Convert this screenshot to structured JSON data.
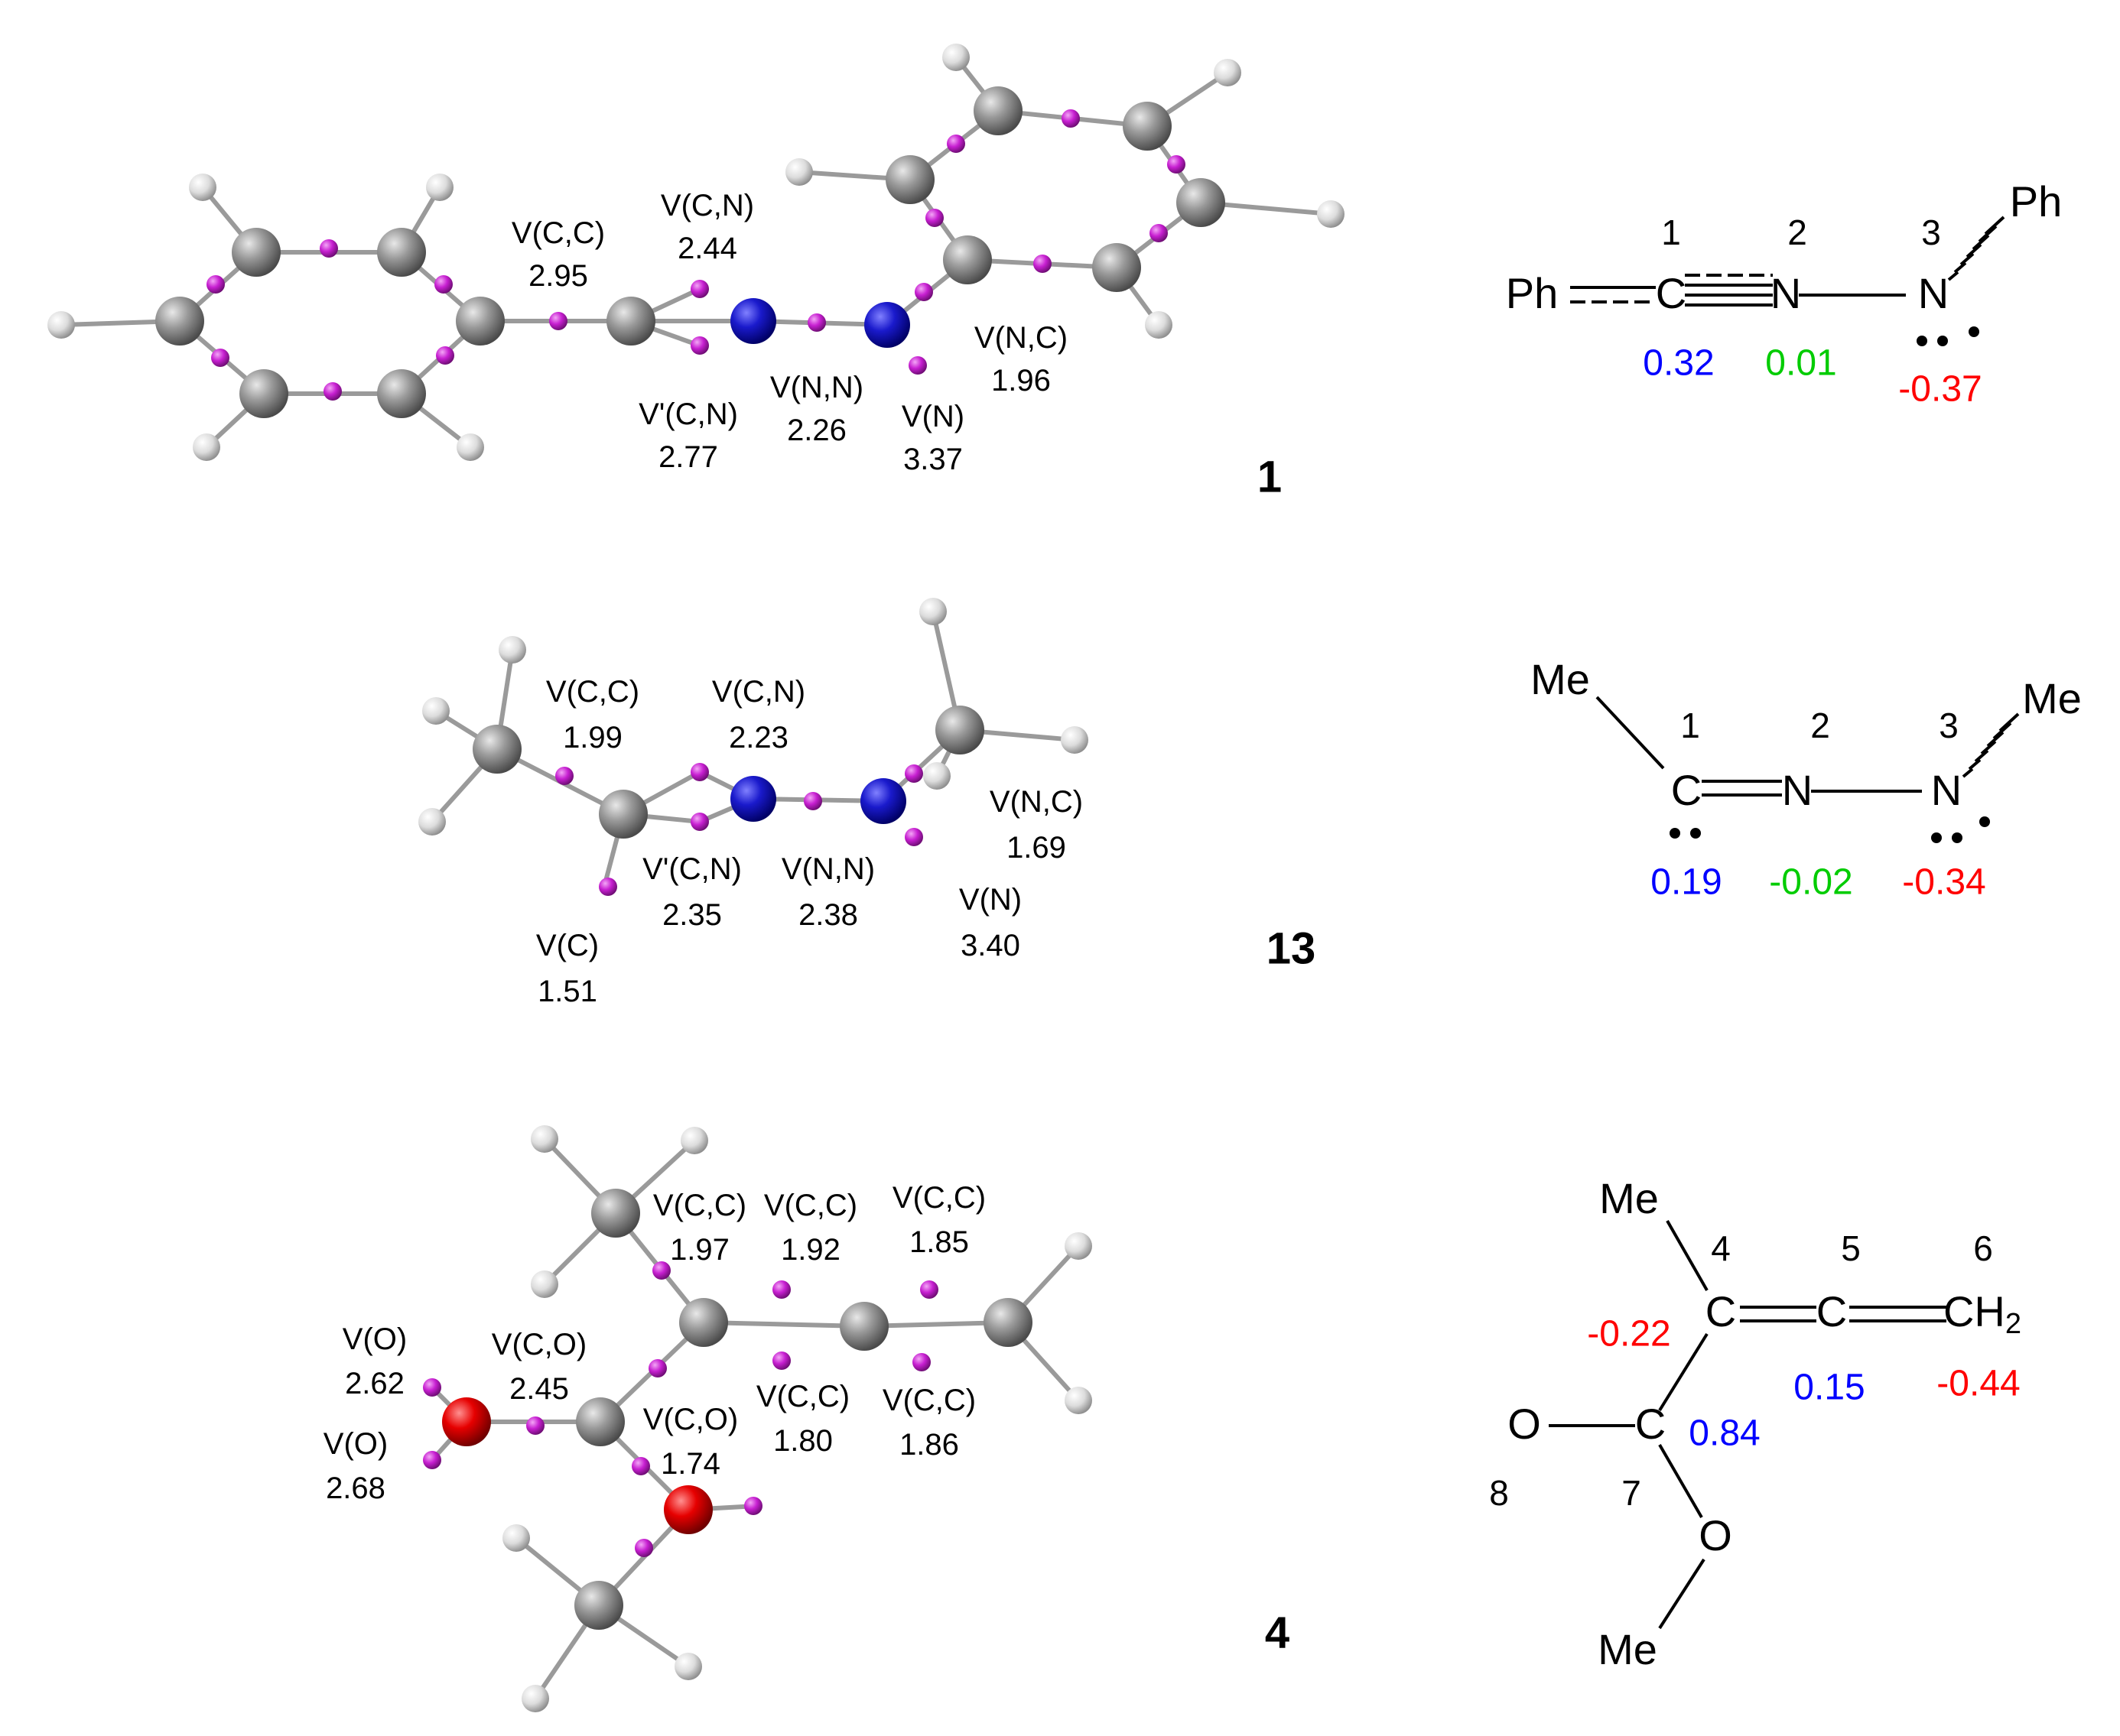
{
  "colors": {
    "carbon": "#8c8c8c",
    "hydrogen": "#e6e6e6",
    "nitrogen": "#1a1acc",
    "oxygen": "#e60000",
    "attractor": "#c71fd1",
    "positive": "#0000ff",
    "neutral": "#00cc00",
    "negative": "#ff0000"
  },
  "compounds": [
    {
      "id": "1",
      "basins": [
        {
          "name": "V(C,C)",
          "value": "2.95"
        },
        {
          "name": "V(C,N)",
          "value": "2.44"
        },
        {
          "name": "V'(C,N)",
          "value": "2.77"
        },
        {
          "name": "V(N,N)",
          "value": "2.26"
        },
        {
          "name": "V(N)",
          "value": "3.37"
        },
        {
          "name": "V(N,C)",
          "value": "1.96"
        }
      ],
      "structure": {
        "atoms": [
          "Ph",
          "C",
          "N",
          "N",
          "Ph"
        ],
        "numbers": [
          "1",
          "2",
          "3"
        ],
        "charges": [
          "0.32",
          "0.01",
          "-0.37"
        ]
      }
    },
    {
      "id": "13",
      "basins": [
        {
          "name": "V(C,C)",
          "value": "1.99"
        },
        {
          "name": "V(C,N)",
          "value": "2.23"
        },
        {
          "name": "V'(C,N)",
          "value": "2.35"
        },
        {
          "name": "V(N,N)",
          "value": "2.38"
        },
        {
          "name": "V(N,C)",
          "value": "1.69"
        },
        {
          "name": "V(N)",
          "value": "3.40"
        },
        {
          "name": "V(C)",
          "value": "1.51"
        }
      ],
      "structure": {
        "atoms": [
          "Me",
          "C",
          "N",
          "N",
          "Me"
        ],
        "numbers": [
          "1",
          "2",
          "3"
        ],
        "charges": [
          "0.19",
          "-0.02",
          "-0.34"
        ]
      }
    },
    {
      "id": "4",
      "basins": [
        {
          "name": "V(C,C)",
          "value": "1.97"
        },
        {
          "name": "V(C,C)",
          "value": "1.92"
        },
        {
          "name": "V(C,C)",
          "value": "1.85"
        },
        {
          "name": "V(O)",
          "value": "2.62"
        },
        {
          "name": "V(C,O)",
          "value": "2.45"
        },
        {
          "name": "V(C,C)",
          "value": "1.80"
        },
        {
          "name": "V(C,C)",
          "value": "1.86"
        },
        {
          "name": "V(C,O)",
          "value": "1.74"
        },
        {
          "name": "V(O)",
          "value": "2.68"
        }
      ],
      "structure": {
        "atoms": [
          "Me",
          "C",
          "C",
          "CH",
          "2",
          "O",
          "C",
          "O",
          "Me"
        ],
        "numbers": [
          "4",
          "5",
          "6",
          "7",
          "8"
        ],
        "charges": [
          "-0.22",
          "0.15",
          "-0.44",
          "0.84"
        ]
      }
    }
  ]
}
